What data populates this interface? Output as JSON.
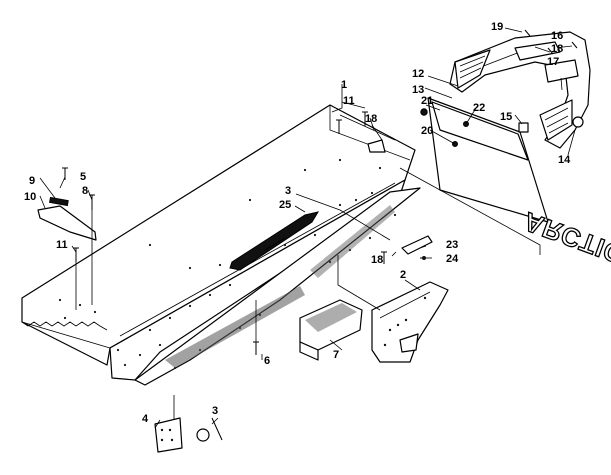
{
  "diagram": {
    "brand_text": "ARCTIC CAT",
    "callouts": [
      "1",
      "2",
      "3",
      "4",
      "5",
      "6",
      "7",
      "8",
      "9",
      "10",
      "11",
      "12",
      "13",
      "14",
      "15",
      "16",
      "17",
      "18",
      "19",
      "20",
      "21",
      "22",
      "23",
      "24",
      "25"
    ]
  }
}
